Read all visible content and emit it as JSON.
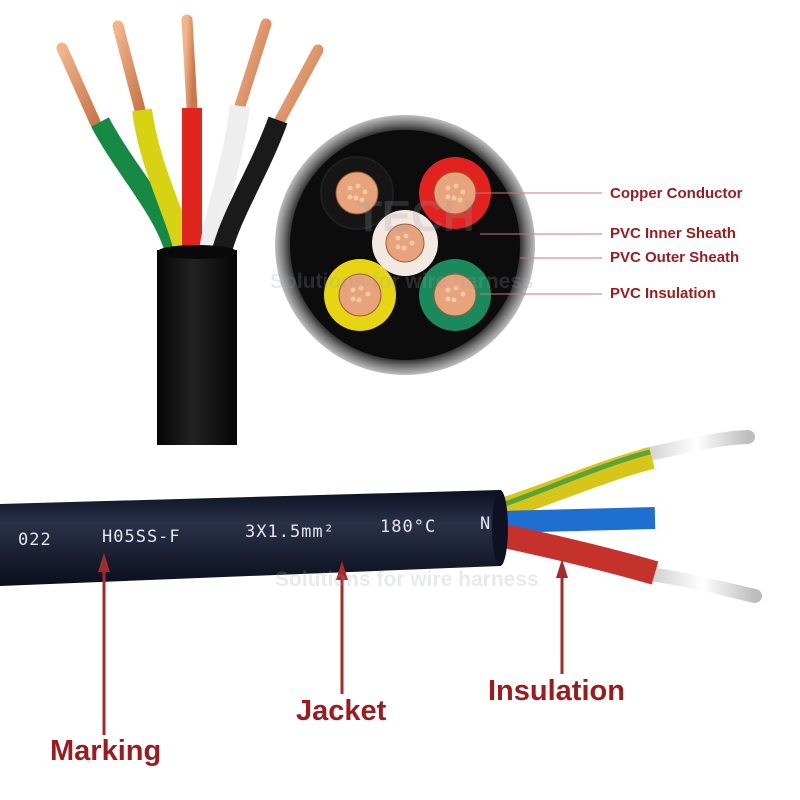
{
  "colors": {
    "label": "#9b1b1f",
    "arrow": "#a52a2e",
    "jacket": "#141a2e",
    "watermark": "#9aa0aa"
  },
  "watermark": {
    "brand": "TECH",
    "slogan": "Solutions for wire harness"
  },
  "cross_section_labels": {
    "copper_conductor": "Copper Conductor",
    "pvc_inner_sheath": "PVC Inner Sheath",
    "pvc_outer_sheath": "PVC Outer Sheath",
    "pvc_insulation": "PVC Insulation"
  },
  "cable_marking": {
    "year": "022",
    "type": "H05SS-F",
    "size": "3X1.5mm²",
    "temp": "180°C",
    "tail": "N"
  },
  "callouts": {
    "marking": "Marking",
    "jacket": "Jacket",
    "insulation": "Insulation"
  }
}
